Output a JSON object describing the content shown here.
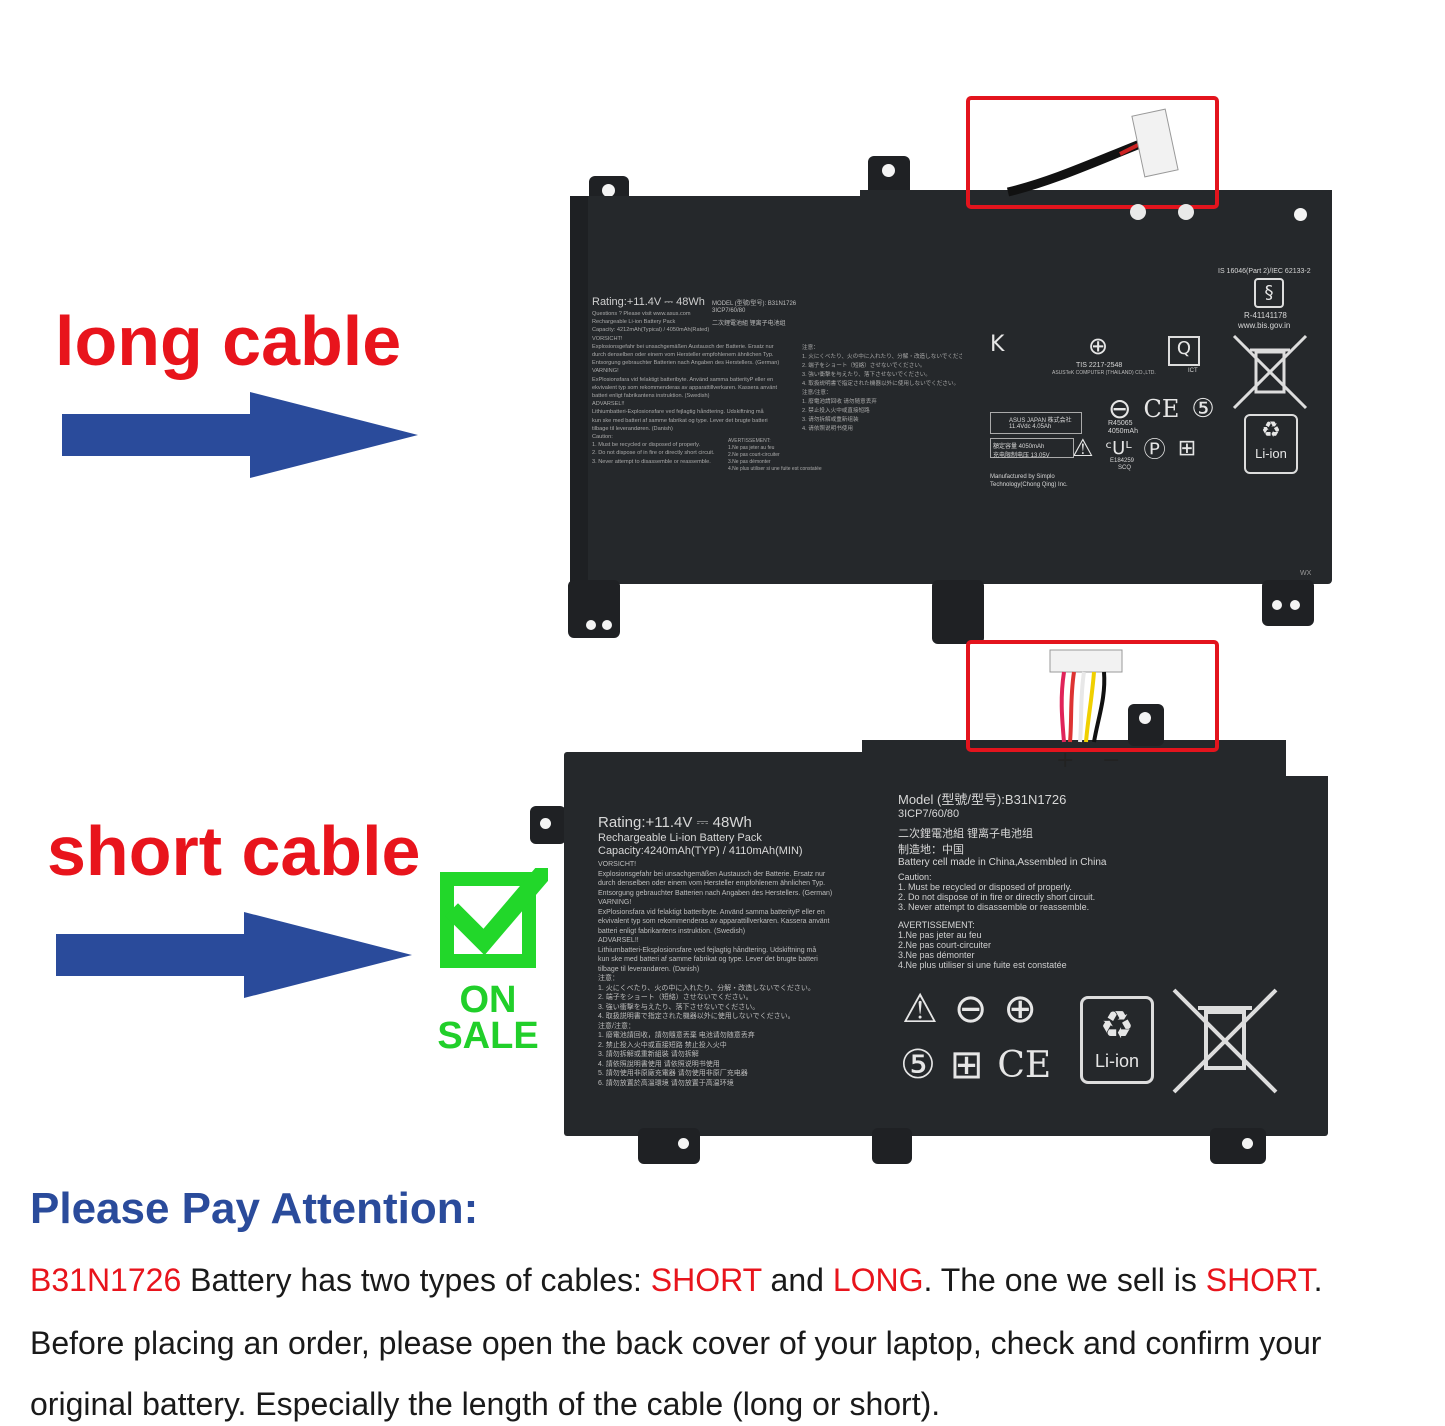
{
  "labels": {
    "long": "long cable",
    "short": "short cable"
  },
  "badge": {
    "line1": "ON",
    "line2": "SALE"
  },
  "top_battery": {
    "rating": "Rating:+11.4V ⎓ 48Wh",
    "model": "MODEL (型號/型号): B31N1726",
    "lines": [
      "Questions ? Please visit www.asus.com",
      "Rechargeable Li-ion Battery Pack",
      "Capacity: 4212mAh(Typical) / 4050mAh(Rated)",
      "VORSICHT!",
      "Explosionsgefahr bei unsachgemäßen Austausch der Batterie. Ersatz nur",
      "durch denselben oder einem vom Hersteller empfohlenem ähnlichen Typ.",
      "Entsorgung gebrauchter Batterien nach Angaben des Herstellers. (German)",
      "VARNING!",
      "ExPlosionsfara vid felaktigt batteribyte. Använd samma batterityP eller en",
      "ekvivalent typ som rekommenderas av apparattillverkaren. Kassera använt",
      "batteri enligt fabrikantens instruktion. (Swedish)",
      "ADVARSEL!!",
      "Lithiumbatteri-Explosionsfare ved fejlagtig håndtering. Udskiftning må",
      "kun ske med batteri af samme fabrikat og type. Lever det brugte batteri",
      "tilbage til leverandøren. (Danish)",
      "Caution:",
      "1. Must be recycled or disposed of properly.",
      "2. Do not dispose of in fire or directly short circuit.",
      "3. Never attempt to disassemble or reassemble."
    ],
    "extra_right": [
      "3ICP7/60/80",
      "二次鋰電池組    锂离子电池组"
    ],
    "jp_lines": [
      "注意：",
      "1. 火にくべたり、火の中に入れたり、分解・改造しないでください。",
      "2. 端子をショート（短絡）させないでください。",
      "3. 強い衝撃を与えたり、落下させないでください。",
      "4. 取扱説明書で指定された機器以外に使用しないでください。",
      "注意/注意：",
      "1. 廢電池請回收 请勿随意丢弃",
      "2. 禁止投入火中或直接短路",
      "3. 请勿拆解或重新组装",
      "4. 请依照说明书使用"
    ],
    "avert": [
      "AVERTISSEMENT:",
      "1.Ne pas jeter au feu",
      "2.Ne pas court-circuiter",
      "3.Ne pas démonter",
      "4.Ne plus utiliser si une fuite est constatée"
    ],
    "is_code": "IS 16046(Part 2)/IEC 62133-2",
    "r_code": "R-41141178",
    "bis": "www.bis.gov.in",
    "tis": "TIS 2217-2548",
    "ict": "ICT",
    "asustek": "ASUSTeK COMPUTER (THAILAND) CO.,LTD.",
    "r45065": "R45065",
    "cap2": "4050mAh",
    "e184259": "E184259",
    "scq": "SCQ",
    "asus_japan": "ASUS JAPAN 株式会社",
    "jp_spec": "11.4Vdc  4.05Ah",
    "cn_spec1": "額定容量 4050mAh",
    "cn_spec2": "充电限制电压 13.05V",
    "mfg": "Manufactured by Simplo",
    "mfg2": "Technology(Chong Qing) Inc.",
    "liion": "Li-ion",
    "wx": "WX"
  },
  "bottom_battery": {
    "rating": "Rating:+11.4V ⎓ 48Wh",
    "line1": "Rechargeable Li-ion Battery Pack",
    "line2": "Capacity:4240mAh(TYP) / 4110mAh(MIN)",
    "model": "Model (型號/型号):B31N1726",
    "cells": "3ICP7/60/80",
    "cn": "二次鋰電池組         锂离子电池组",
    "made": "制造地：中国",
    "assembled": "Battery cell made in China,Assembled in China",
    "caution_title": "Caution:",
    "caution": [
      "1. Must be recycled or disposed of properly.",
      "2. Do not dispose of in fire or directly short circuit.",
      "3. Never attempt to disassemble or reassemble."
    ],
    "avert_title": "AVERTISSEMENT:",
    "avert": [
      "1.Ne pas jeter au feu",
      "2.Ne pas court-circuiter",
      "3.Ne pas démonter",
      "4.Ne plus utiliser si une fuite est constatée"
    ],
    "left_lines": [
      "VORSICHT!",
      "Explosionsgefahr bei unsachgemäßen Austausch der Batterie. Ersatz nur",
      "durch denselben oder einem vom Hersteller empfohlenem ähnlichen Typ.",
      "Entsorgung gebrauchter Batterien nach Angaben des Herstellers. (German)",
      "VARNING!",
      "ExPlosionsfara vid felaktigt batteribyte. Använd samma batterityP eller en",
      "ekvivalent typ som rekommenderas av apparattillverkaren. Kassera använt",
      "batteri enligt fabrikantens instruktion. (Swedish)",
      "ADVARSEL!!",
      "Lithiumbatteri-Eksplosionsfare ved fejlagtig håndtering. Udskiftning må",
      "kun ske med batteri af samme fabrikat og type. Lever det brugte batteri",
      "tilbage til leverandøren. (Danish)",
      "注意：",
      "1. 火にくべたり、火の中に入れたり、分解・改造しないでください。",
      "2. 端子をショート（短絡）させないでください。",
      "3. 強い衝撃を与えたり、落下させないでください。",
      "4. 取扱説明書で指定された機器以外に使用しないでください。",
      "注意/注意：",
      "1. 廢電池請回收，請勿隨意丟棄 电池请勿随意丢弃",
      "2. 禁止投入火中或直接短路 禁止投入火中",
      "3. 請勿拆解或重新組裝 请勿拆解",
      "4. 請依照說明書使用 请依照说明书使用",
      "5. 請勿使用非原廠充電器 请勿使用非原厂充电器",
      "6. 請勿放置於高溫環境 请勿放置于高温环境"
    ],
    "liion": "Li-ion",
    "plus": "+",
    "minus": "−"
  },
  "attention": {
    "title": "Please Pay Attention:",
    "p1_model": "B31N1726",
    "p1_a": " Battery has two types of cables: ",
    "p1_short": "SHORT",
    "p1_and": " and ",
    "p1_long": "LONG",
    "p1_b": ". The one we sell is ",
    "p1_short2": "SHORT",
    "p1_end": ".",
    "p2": "Before placing an order, please open the back cover of your laptop, check and confirm your",
    "p3": "original battery. Especially the length of the cable (long or short)."
  },
  "colors": {
    "label_red": "#e8141c",
    "arrow_blue": "#2a4b9b",
    "battery": "#25282b",
    "badge_green": "#22d72a",
    "title_blue": "#2a4b9b"
  }
}
